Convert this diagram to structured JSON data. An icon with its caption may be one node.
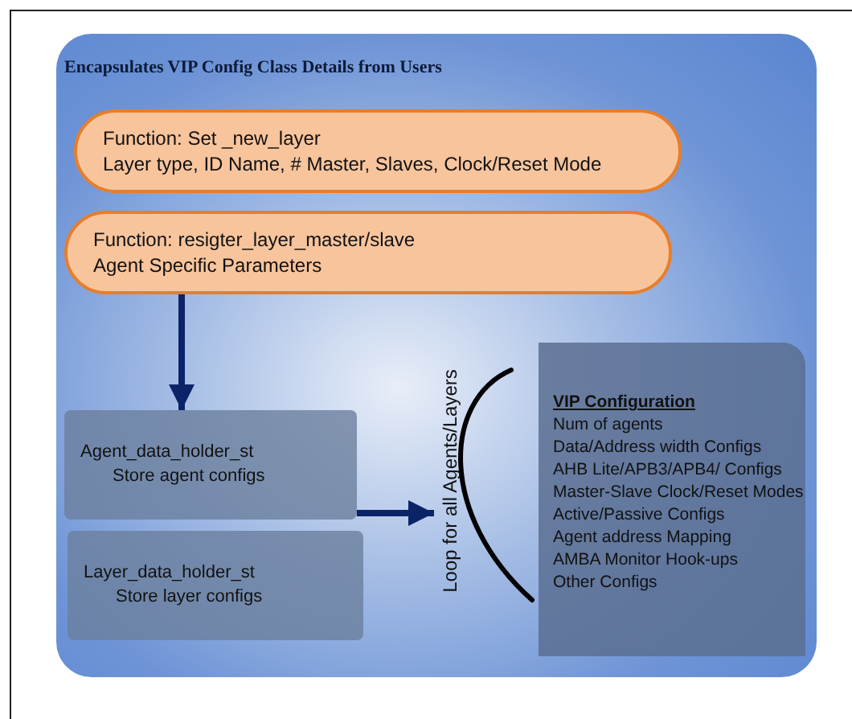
{
  "diagram": {
    "nodes": [
      {
        "text": [
          "Encapsulates VIP Config Class Details from Users"
        ]
      },
      {
        "text": [
          "Function: Set _new_layer",
          "Layer type, ID Name, # Master, Slaves, Clock/Reset Mode"
        ],
        "in": 0
      },
      {
        "text": [
          "Function: resigter_layer_master/slave",
          "Agent Specific Parameters"
        ],
        "in": 0
      },
      {
        "text": [
          "Agent_data_holder_st",
          "Store agent configs"
        ],
        "in": 0
      },
      {
        "text": [
          "Layer_data_holder_st",
          "Store layer configs"
        ],
        "in": 0
      },
      {
        "text": [
          "Loop for all Agents/Layers"
        ],
        "in": 0
      },
      {
        "text": [
          "VIP Configuration",
          "Num of agents",
          "Data/Address width Configs",
          "AHB Lite/APB3/APB4/ Configs",
          "Master-Slave Clock/Reset Modes",
          "Active/Passive Configs",
          "Agent address Mapping",
          "AMBA Monitor Hook-ups",
          "Other Configs"
        ],
        "in": 0
      }
    ],
    "edges": [
      {
        "from": 2,
        "to": 3,
        "arrow": "to"
      },
      {
        "from": 3,
        "to": 5,
        "arrow": "to"
      }
    ]
  }
}
